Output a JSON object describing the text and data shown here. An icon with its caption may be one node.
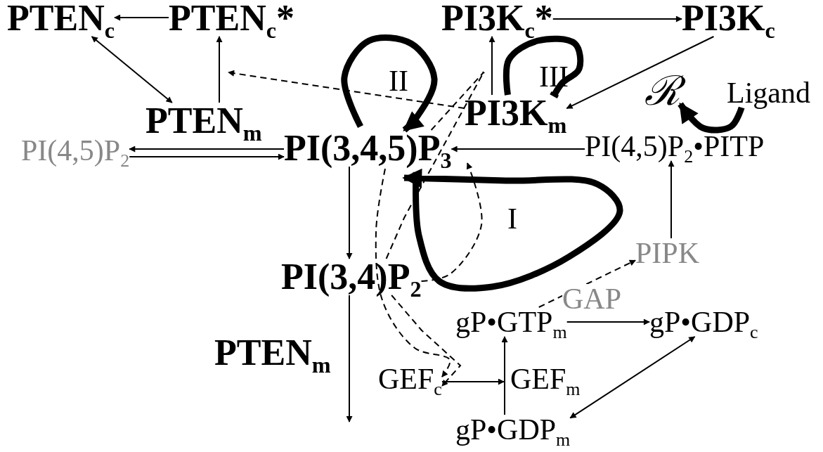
{
  "diagram": {
    "nodes": [
      {
        "text": [
          "PTEN$_{c}$"
        ]
      },
      {
        "text": [
          "PTEN$_{c}$*"
        ]
      },
      {
        "text": [
          "PI3K$_{c}$*"
        ]
      },
      {
        "text": [
          "PI3K$_{c}$"
        ]
      },
      {
        "text": [
          "PTEN$_{m}$"
        ]
      },
      {
        "text": [
          "PI3K$_{m}$"
        ]
      },
      {
        "text": [
          "ℛ"
        ]
      },
      {
        "text": [
          "Ligand"
        ]
      },
      {
        "text": [
          "PI(4,5)P$_{2}$"
        ]
      },
      {
        "text": [
          "PI(3,4,5)P$_{3}$"
        ]
      },
      {
        "text": [
          "PI(4,5)P$_{2}$•PITP"
        ]
      },
      {
        "text": [
          "PIPK"
        ]
      },
      {
        "text": [
          "PI(3,4)P$_{2}$"
        ]
      },
      {
        "text": [
          "gP•GTP$_{m}$"
        ]
      },
      {
        "text": [
          "gP•GDP$_{c}$"
        ]
      },
      {
        "text": [
          "GEF$_{c}$"
        ]
      },
      {
        "text": [
          "GEF$_{m}$"
        ]
      },
      {
        "text": [
          "gP•GDP$_{m}$"
        ]
      }
    ],
    "edges": [
      {
        "from": 1,
        "to": 0,
        "arrow": "to"
      },
      {
        "from": 0,
        "to": 4,
        "arrow": "both"
      },
      {
        "from": 4,
        "to": 1,
        "arrow": "to"
      },
      {
        "from": 9,
        "to": 8,
        "arrow": "to"
      },
      {
        "from": 8,
        "to": 9,
        "arrow": "to"
      },
      {
        "from": 2,
        "to": 3,
        "arrow": "to"
      },
      {
        "from": 5,
        "to": 2,
        "arrow": "to"
      },
      {
        "from": 3,
        "to": 5,
        "arrow": "to"
      },
      {
        "from": 5,
        "to": null,
        "arrow": "to",
        "style": "dashed"
      },
      {
        "from": 9,
        "to": 5,
        "arrow": "other",
        "style": "dashed"
      },
      {
        "from": 12,
        "to": 5,
        "arrow": "other",
        "style": "dashed"
      },
      {
        "from": 12,
        "to": 9,
        "arrow": "to",
        "style": "dashed"
      },
      {
        "from": 9,
        "to": 15,
        "arrow": "to",
        "style": "dashed"
      },
      {
        "from": 12,
        "to": 15,
        "arrow": "to",
        "style": "dashed"
      },
      {
        "from": 10,
        "to": 9,
        "arrow": "to"
      },
      {
        "from": 11,
        "to": 10,
        "arrow": "to"
      },
      {
        "from": 9,
        "to": 12,
        "arrow": "to"
      },
      {
        "from": 12,
        "to": null,
        "arrow": "to",
        "label": "PTEN$_{m}$"
      },
      {
        "from": 13,
        "to": 14,
        "arrow": "to",
        "label": "GAP"
      },
      {
        "from": 14,
        "to": 17,
        "arrow": "both"
      },
      {
        "from": 15,
        "to": 16,
        "arrow": "to"
      },
      {
        "from": 17,
        "to": 13,
        "arrow": "to"
      },
      {
        "from": 13,
        "to": 11,
        "arrow": "to",
        "style": "dashed"
      },
      {
        "from": 9,
        "to": 9,
        "arrow": "to",
        "style": "thick"
      },
      {
        "from": 9,
        "to": 9,
        "arrow": "to",
        "style": "thick"
      },
      {
        "from": 5,
        "to": 5,
        "arrow": "other",
        "style": "thick"
      },
      {
        "from": 7,
        "to": 6,
        "arrow": "to",
        "style": "thick"
      }
    ],
    "labels": [
      "II",
      "III",
      "I"
    ]
  }
}
